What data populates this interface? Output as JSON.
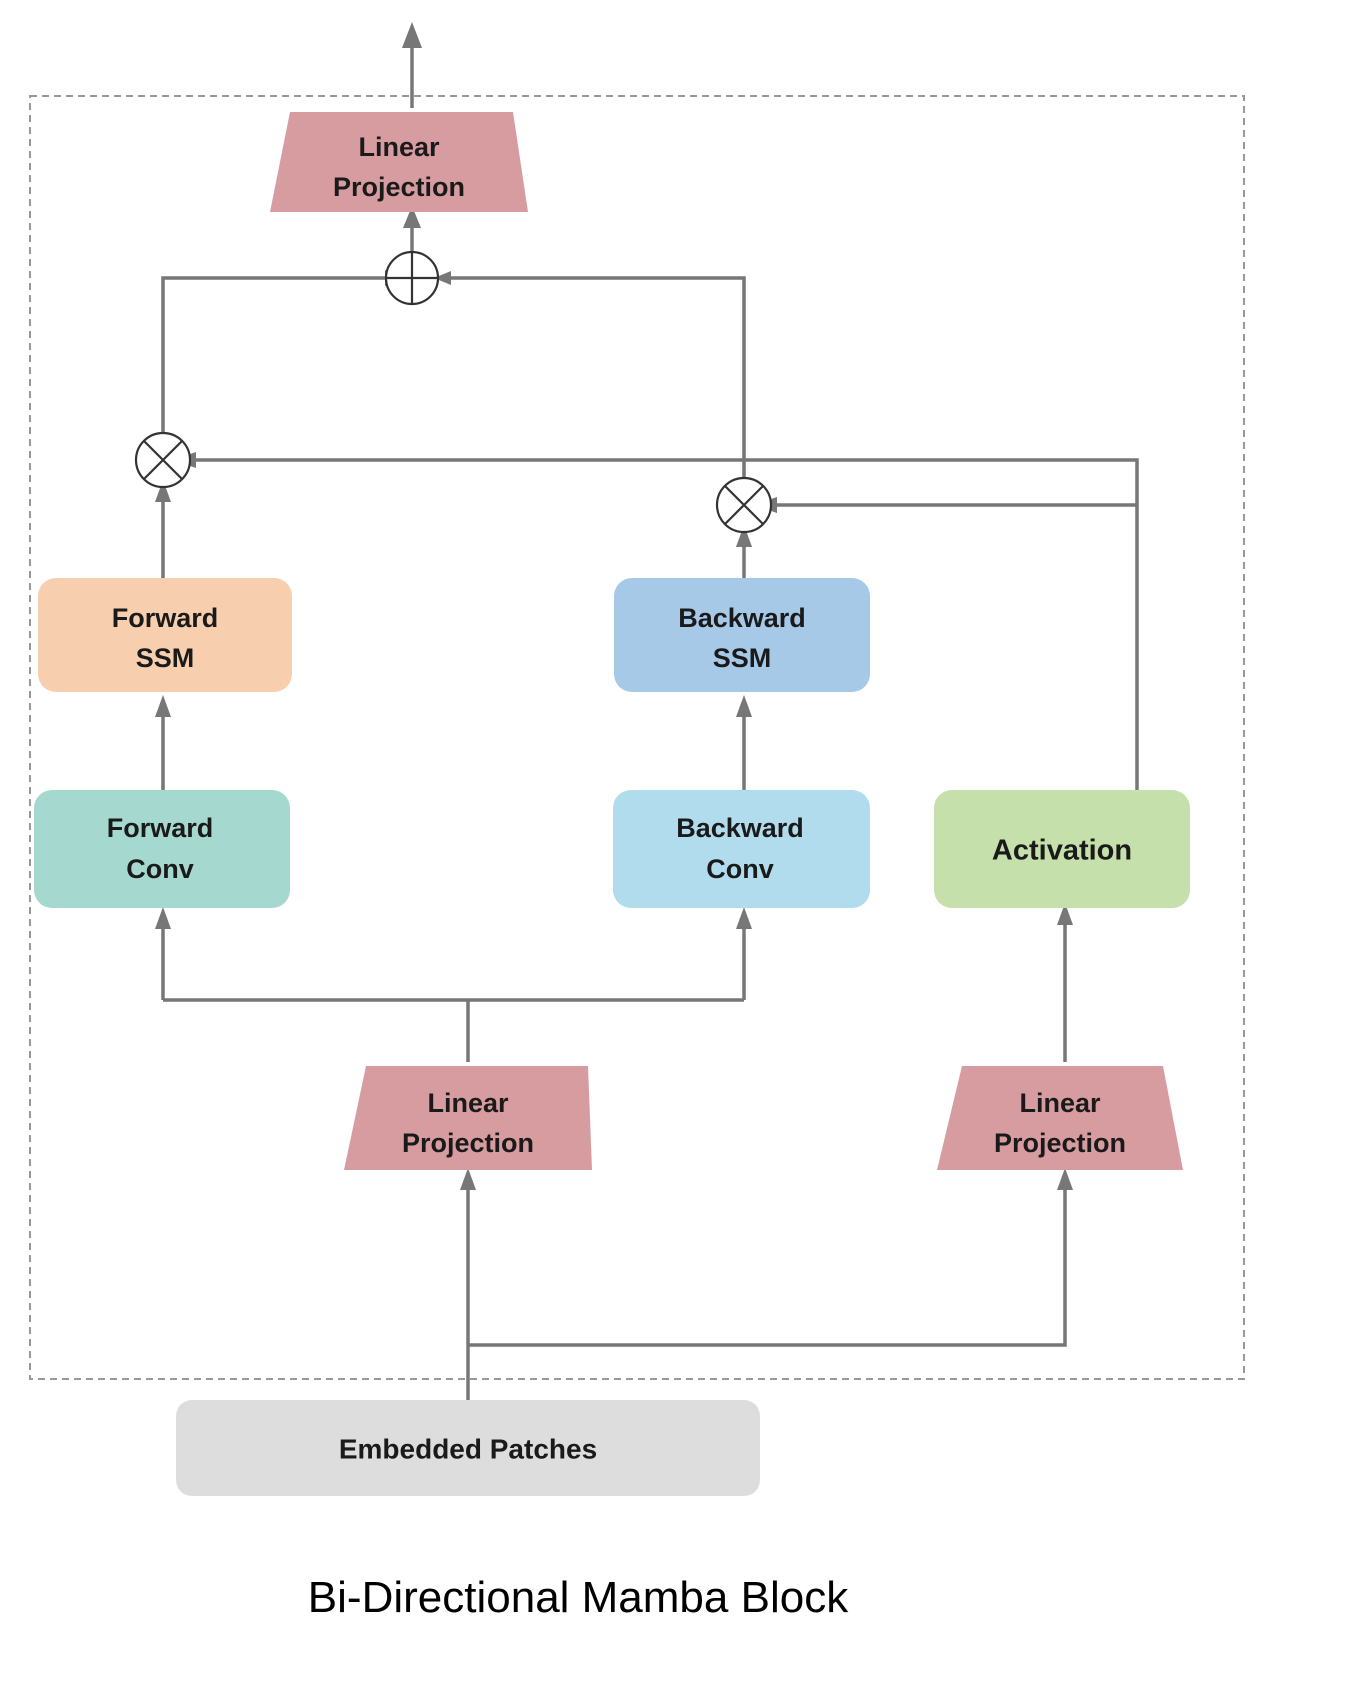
{
  "diagram": {
    "caption": "Bi-Directional Mamba Block",
    "container_name": "mamba-block-container",
    "colors": {
      "linear_projection": "#d79ca0",
      "forward_ssm": "#f8cfae",
      "backward_ssm": "#a6c9e8",
      "forward_conv": "#a5d9cf",
      "backward_conv": "#b0dced",
      "activation": "#c6e0ac",
      "embedded_patches": "#dddddd",
      "wire": "#777777",
      "text": "#1a1a1a",
      "border_dashed": "#999999",
      "background": "#ffffff"
    },
    "nodes": [
      {
        "id": "linear-projection-out",
        "label_line1": "Linear",
        "label_line2": "Projection",
        "shape": "trapezoid-up",
        "color_key": "linear_projection"
      },
      {
        "id": "forward-ssm",
        "label_line1": "Forward",
        "label_line2": "SSM",
        "shape": "rounded-rect",
        "color_key": "forward_ssm"
      },
      {
        "id": "backward-ssm",
        "label_line1": "Backward",
        "label_line2": "SSM",
        "shape": "rounded-rect",
        "color_key": "backward_ssm"
      },
      {
        "id": "forward-conv",
        "label_line1": "Forward",
        "label_line2": "Conv",
        "shape": "rounded-rect",
        "color_key": "forward_conv"
      },
      {
        "id": "backward-conv",
        "label_line1": "Backward",
        "label_line2": "Conv",
        "shape": "rounded-rect",
        "color_key": "backward_conv"
      },
      {
        "id": "activation",
        "label_line1": "Activation",
        "label_line2": "",
        "shape": "rounded-rect",
        "color_key": "activation"
      },
      {
        "id": "linear-projection-left",
        "label_line1": "Linear",
        "label_line2": "Projection",
        "shape": "trapezoid-down",
        "color_key": "linear_projection"
      },
      {
        "id": "linear-projection-right",
        "label_line1": "Linear",
        "label_line2": "Projection",
        "shape": "trapezoid-down",
        "color_key": "linear_projection"
      },
      {
        "id": "embedded-patches",
        "label_line1": "Embedded Patches",
        "label_line2": "",
        "shape": "rounded-rect",
        "color_key": "embedded_patches"
      }
    ],
    "operators": [
      {
        "id": "add-op",
        "symbol": "+",
        "name": "addition-operator"
      },
      {
        "id": "mul-op-left",
        "symbol": "×",
        "name": "multiply-operator-left"
      },
      {
        "id": "mul-op-right",
        "symbol": "×",
        "name": "multiply-operator-right"
      }
    ]
  }
}
